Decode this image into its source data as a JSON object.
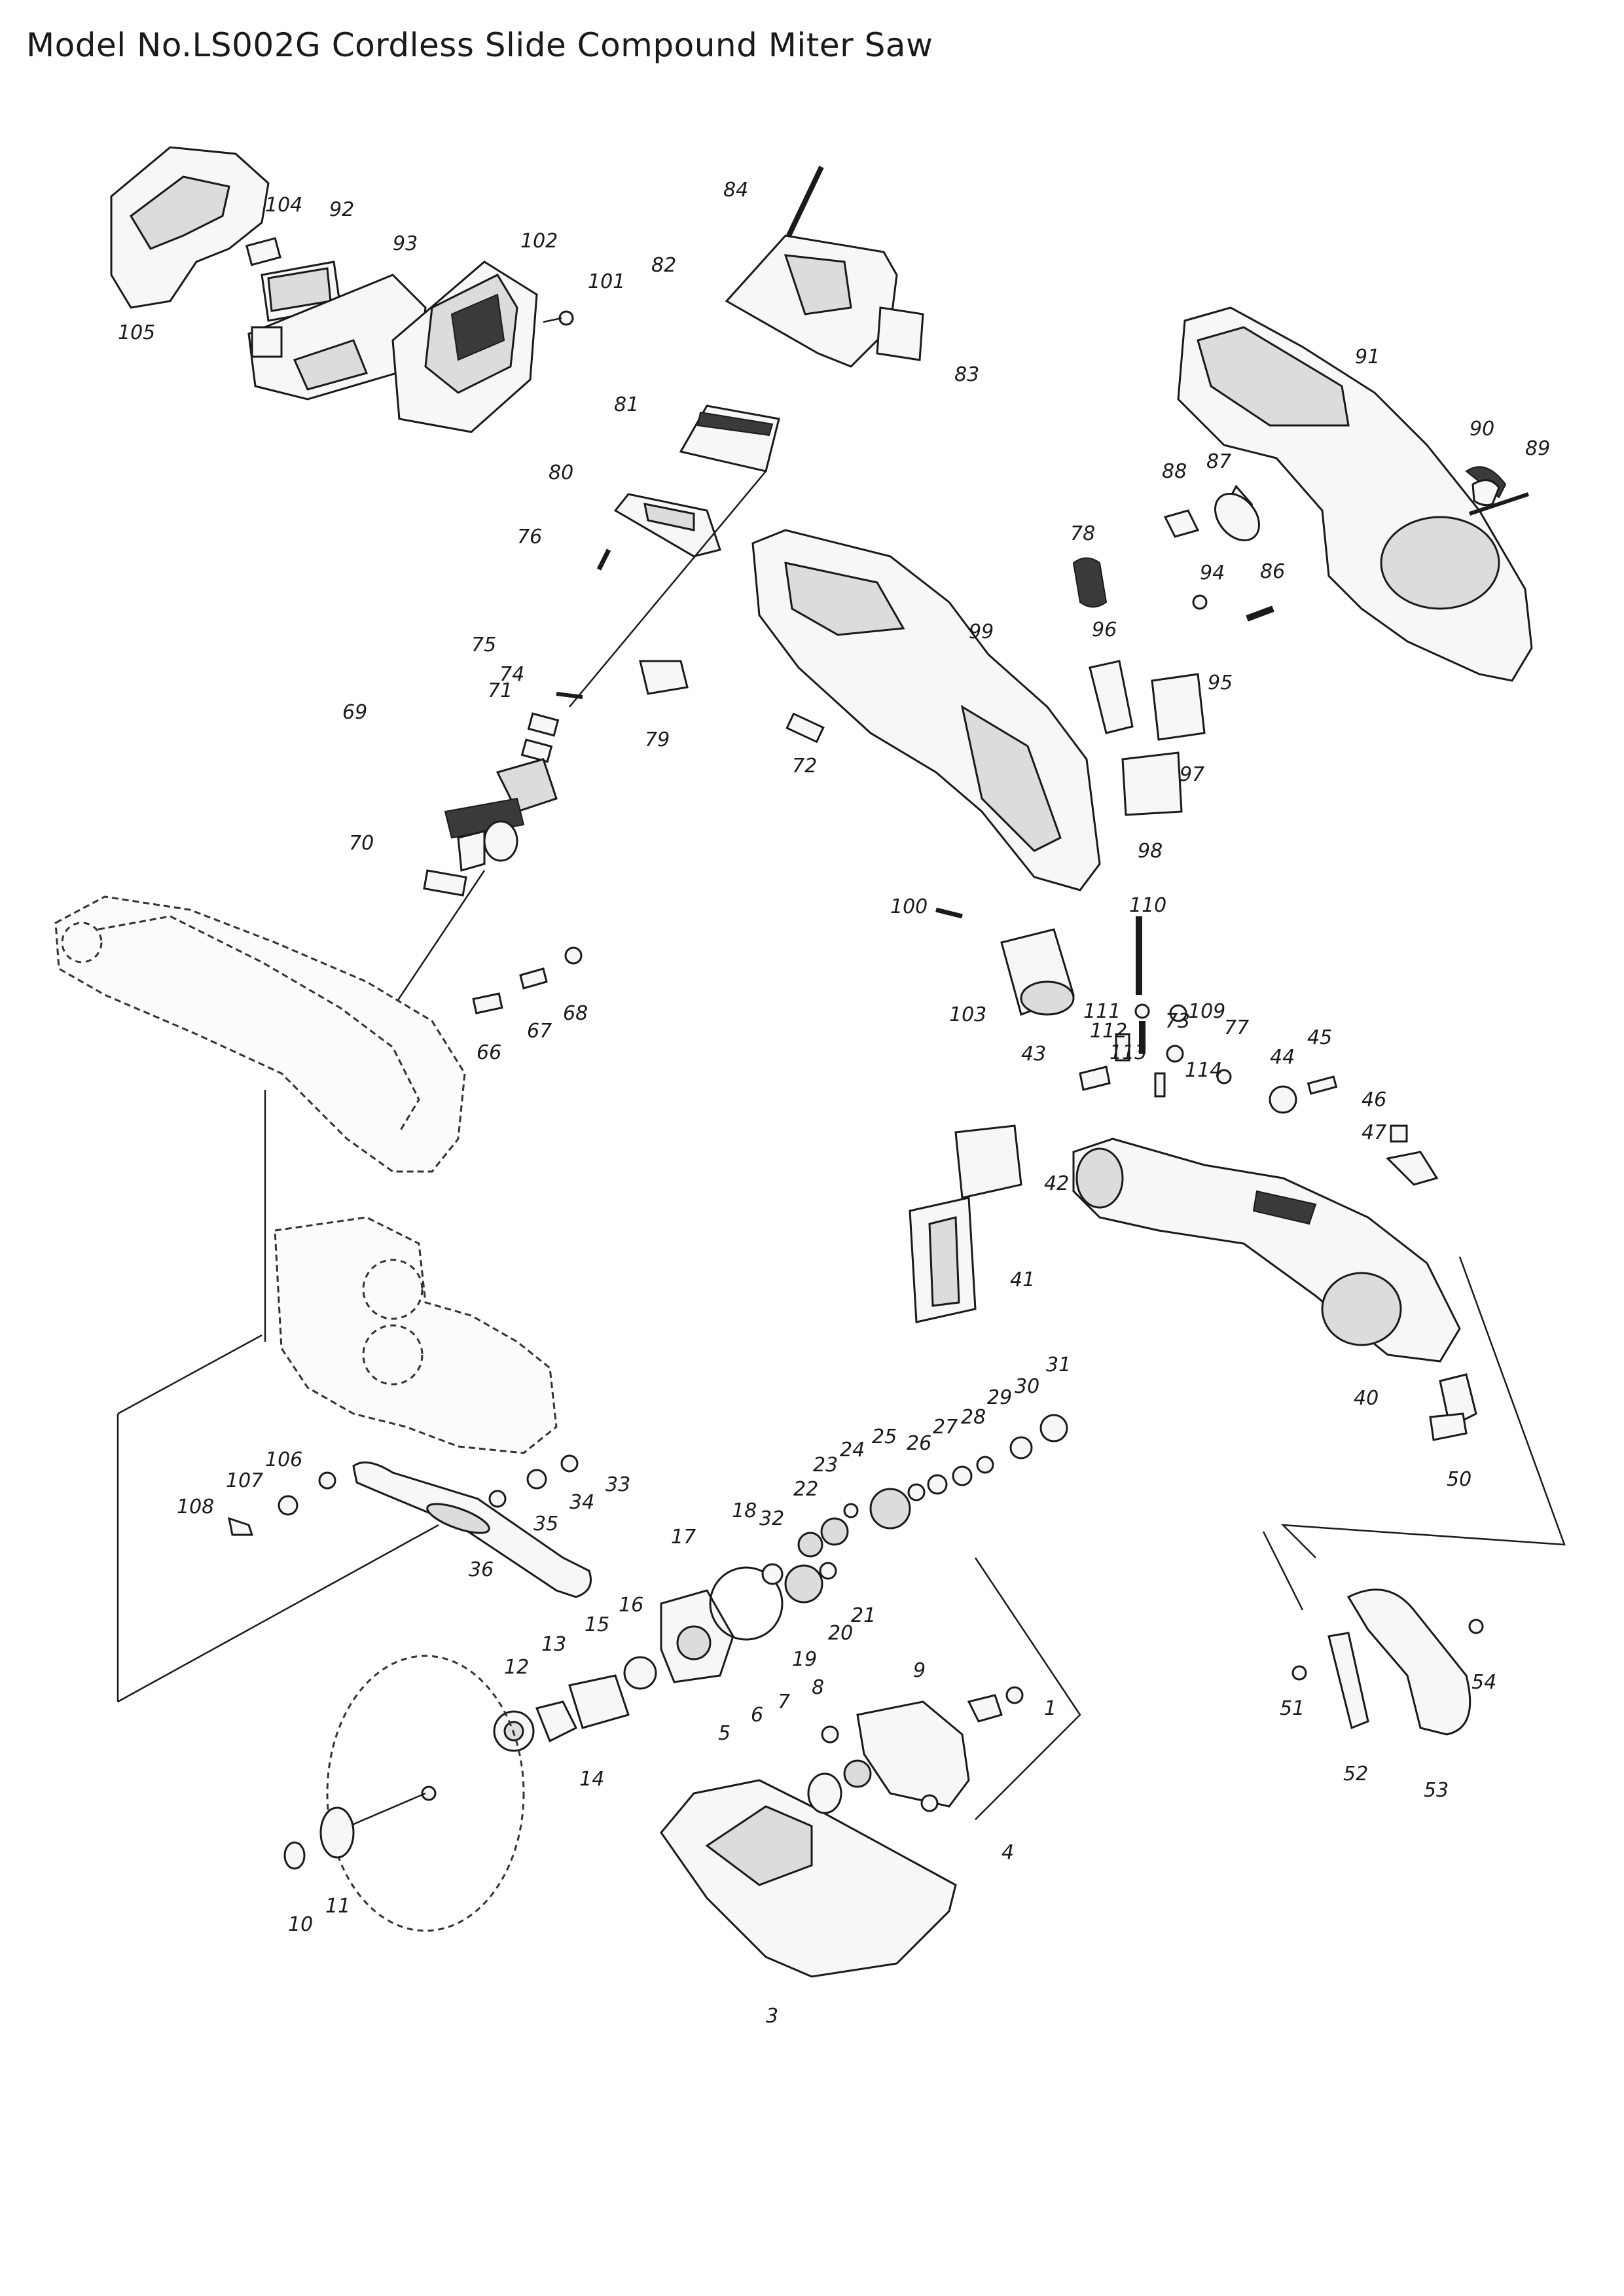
{
  "title": "Model No.LS002G Cordless Slide Compound Miter Saw",
  "parts": [
    "1",
    "3",
    "4",
    "5",
    "6",
    "7",
    "8",
    "9",
    "10",
    "11",
    "12",
    "13",
    "14",
    "15",
    "16",
    "17",
    "18",
    "19",
    "20",
    "21",
    "22",
    "23",
    "24",
    "25",
    "26",
    "27",
    "28",
    "29",
    "30",
    "31",
    "32",
    "33",
    "34",
    "35",
    "36",
    "40",
    "41",
    "42",
    "43",
    "44",
    "45",
    "46",
    "47",
    "50",
    "51",
    "52",
    "53",
    "54",
    "66",
    "67",
    "68",
    "69",
    "70",
    "71",
    "72",
    "73",
    "74",
    "75",
    "76",
    "77",
    "78",
    "79",
    "80",
    "81",
    "82",
    "83",
    "84",
    "86",
    "87",
    "88",
    "89",
    "90",
    "91",
    "92",
    "93",
    "94",
    "95",
    "96",
    "97",
    "98",
    "99",
    "100",
    "101",
    "102",
    "103",
    "104",
    "105",
    "106",
    "107",
    "108",
    "109",
    "110",
    "111",
    "112",
    "113",
    "114"
  ]
}
